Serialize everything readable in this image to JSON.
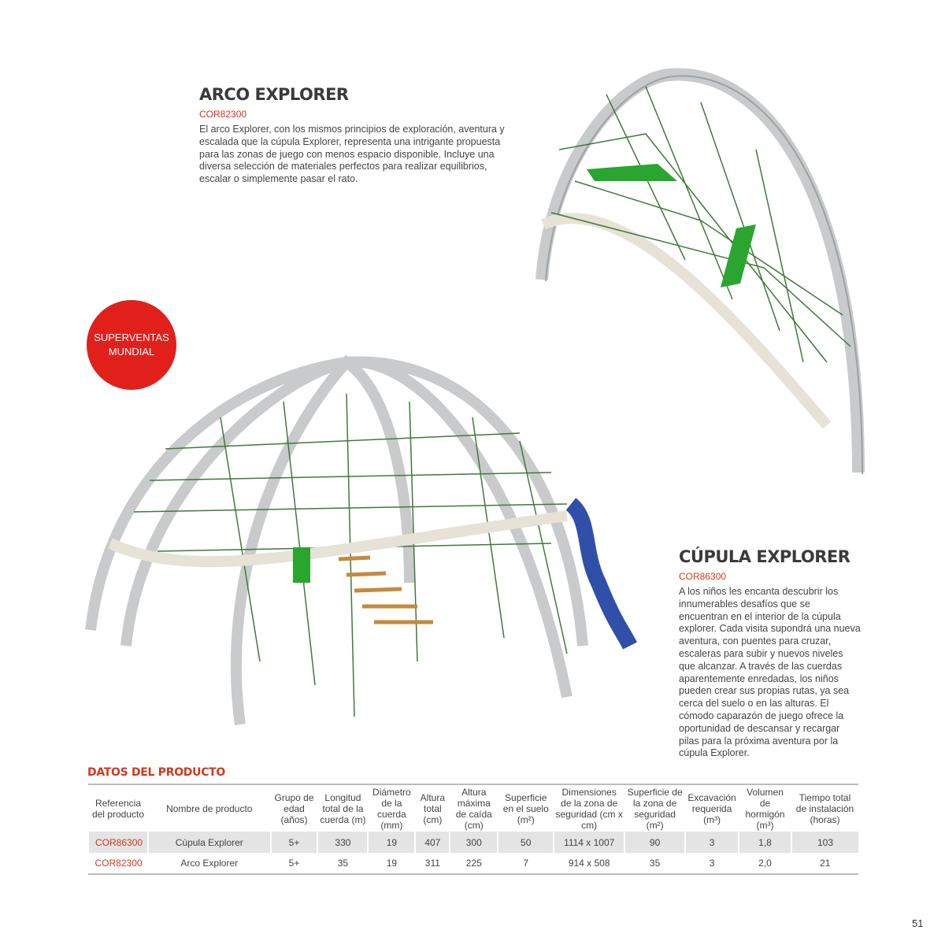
{
  "arco": {
    "title": "ARCO EXPLORER",
    "code": "COR82300",
    "description": "El arco Explorer, con los mismos principios de exploración, aventura y escalada que la cúpula Explorer, representa una intrigante propuesta para las zonas de juego con menos espacio disponible. Incluye una diversa selección de materiales perfectos para realizar equilibrios, escalar o simplemente pasar el rato."
  },
  "cupula": {
    "title": "CÚPULA EXPLORER",
    "code": "COR86300",
    "description": "A los niños les encanta descubrir los innumerables desafíos que se encuentran en el interior de la cúpula explorer. Cada visita supondrá una nueva aventura, con puentes para cruzar, escaleras para subir y nuevos niveles que alcanzar. A través de las cuerdas aparentemente enredadas, los niños pueden crear sus propias rutas, ya sea cerca del suelo o en las alturas. El cómodo caparazón de juego ofrece la oportunidad de descansar y recargar pilas para la próxima aventura por la cúpula Explorer."
  },
  "badge": {
    "line1": "SUPERVENTAS",
    "line2": "MUNDIAL"
  },
  "table": {
    "heading": "DATOS DEL PRODUCTO",
    "headers": [
      "Referencia del producto",
      "Nombre de producto",
      "Grupo de edad (años)",
      "Longitud total de la cuerda (m)",
      "Diámetro de la cuerda (mm)",
      "Altura total (cm)",
      "Altura máxima de caída (cm)",
      "Superficie en el suelo (m²)",
      "Dimensiones de la zona de seguridad (cm x cm)",
      "Superficie de la zona de seguridad (m²)",
      "Excavación requerida (m³)",
      "Volumen de hormigón (m³)",
      "Tiempo total de instalación (horas)"
    ],
    "rows": [
      [
        "COR86300",
        "Cúpula Explorer",
        "5+",
        "330",
        "19",
        "407",
        "300",
        "50",
        "1114 x 1007",
        "90",
        "3",
        "1,8",
        "103"
      ],
      [
        "COR82300",
        "Arco Explorer",
        "5+",
        "35",
        "19",
        "311",
        "225",
        "7",
        "914 x 508",
        "35",
        "3",
        "2,0",
        "21"
      ]
    ]
  },
  "page_number": "51",
  "colors": {
    "accent": "#d0391c",
    "badge": "#e1201b"
  }
}
